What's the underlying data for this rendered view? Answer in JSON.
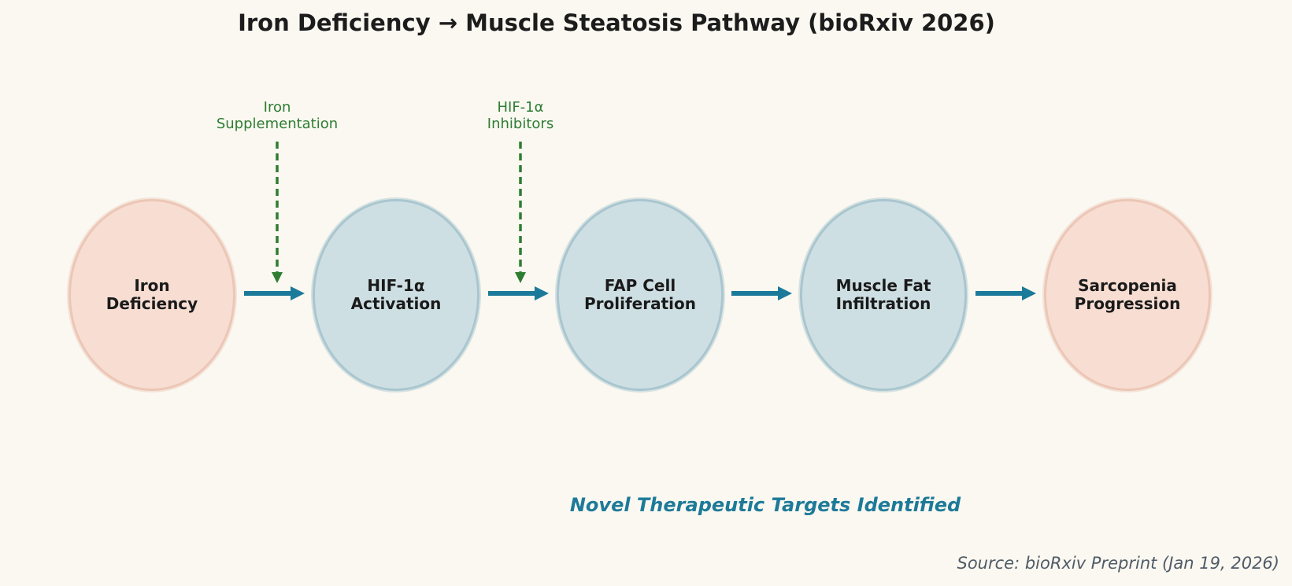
{
  "title": "Iron Deficiency → Muscle Steatosis Pathway (bioRxiv 2026)",
  "diagram": {
    "type": "pathway-flow",
    "nodes": [
      {
        "id": "iron-deficiency",
        "line1": "Iron",
        "line2": "Deficiency",
        "role": "cause",
        "color_style": "salmon"
      },
      {
        "id": "hif1a-activation",
        "line1": "HIF-1α",
        "line2": "Activation",
        "role": "intermediate",
        "color_style": "blue"
      },
      {
        "id": "fap-proliferation",
        "line1": "FAP Cell",
        "line2": "Proliferation",
        "role": "intermediate",
        "color_style": "blue"
      },
      {
        "id": "muscle-fat",
        "line1": "Muscle Fat",
        "line2": "Infiltration",
        "role": "intermediate",
        "color_style": "blue"
      },
      {
        "id": "sarcopenia",
        "line1": "Sarcopenia",
        "line2": "Progression",
        "role": "outcome",
        "color_style": "salmon"
      }
    ],
    "flow_edges": [
      {
        "from": "iron-deficiency",
        "to": "hif1a-activation"
      },
      {
        "from": "hif1a-activation",
        "to": "fap-proliferation"
      },
      {
        "from": "fap-proliferation",
        "to": "muscle-fat"
      },
      {
        "from": "muscle-fat",
        "to": "sarcopenia"
      }
    ],
    "interventions": [
      {
        "id": "iron-supplementation",
        "label": "Iron\nSupplementation",
        "targets_edge": "iron-deficiency→hif1a-activation"
      },
      {
        "id": "hif1a-inhibitors",
        "label": "HIF-1α\nInhibitors",
        "targets_edge": "hif1a-activation→fap-proliferation"
      }
    ]
  },
  "annotation": "Novel Therapeutic Targets Identified",
  "source": "Source: bioRxiv Preprint (Jan 19, 2026)",
  "colors": {
    "bg": "#faf8f1",
    "salmon_fill": "#f7ddd2",
    "salmon_border": "#ecc6b6",
    "blue_fill": "#cedfe3",
    "blue_border": "#a9c6cf",
    "arrow_teal": "#1b7a99",
    "green": "#2e7d32",
    "title_color": "#1c1c1c",
    "node_text": "#1a1a1a",
    "annotation_teal": "#1e7a99",
    "source_gray": "#4f5b66"
  }
}
